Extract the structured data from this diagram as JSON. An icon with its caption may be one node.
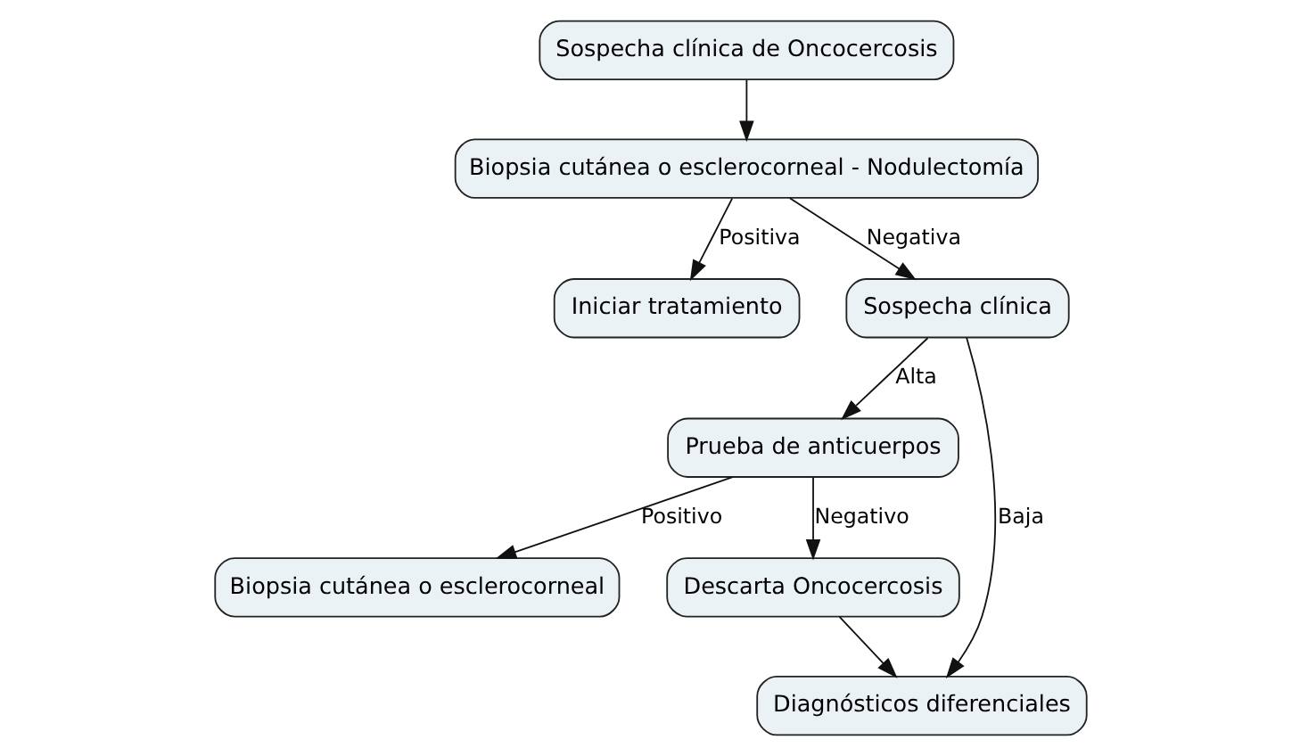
{
  "diagram": {
    "nodes": [
      {
        "text": [
          "Sospecha clínica de Oncocercosis"
        ]
      },
      {
        "text": [
          "Biopsia cutánea o esclerocorneal - Nodulectomía"
        ]
      },
      {
        "text": [
          "Iniciar tratamiento"
        ]
      },
      {
        "text": [
          "Sospecha clínica"
        ]
      },
      {
        "text": [
          "Prueba de anticuerpos"
        ]
      },
      {
        "text": [
          "Diagnósticos diferenciales"
        ]
      },
      {
        "text": [
          "Biopsia cutánea o esclerocorneal"
        ]
      },
      {
        "text": [
          "Descarta Oncocercosis"
        ]
      }
    ],
    "edges": [
      {
        "from": 0,
        "to": 1,
        "arrow": "to"
      },
      {
        "from": 1,
        "to": 2,
        "arrow": "to",
        "label": "Positiva"
      },
      {
        "from": 1,
        "to": 3,
        "arrow": "to",
        "label": "Negativa"
      },
      {
        "from": 3,
        "to": 4,
        "arrow": "to",
        "label": "Alta"
      },
      {
        "from": 3,
        "to": 5,
        "arrow": "to",
        "label": "Baja"
      },
      {
        "from": 4,
        "to": 6,
        "arrow": "to",
        "label": "Positivo"
      },
      {
        "from": 4,
        "to": 7,
        "arrow": "to",
        "label": "Negativo"
      },
      {
        "from": 7,
        "to": 5,
        "arrow": "to"
      }
    ]
  }
}
